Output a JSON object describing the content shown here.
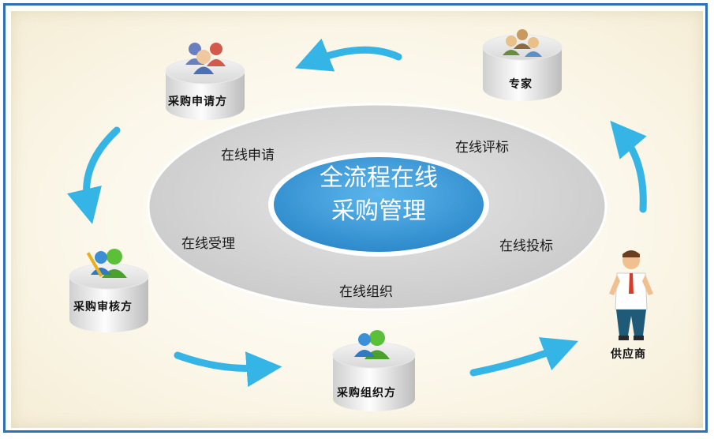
{
  "center": {
    "line1": "全流程在线",
    "line2": "采购管理"
  },
  "steps": {
    "apply": "在线申请",
    "evaluate": "在线评标",
    "accept": "在线受理",
    "bid": "在线投标",
    "organize": "在线组织"
  },
  "nodes": {
    "applicant": "采购申请方",
    "expert": "专家",
    "reviewer": "采购审核方",
    "organizer": "采购组织方",
    "supplier": "供应商"
  },
  "colors": {
    "ellipse": "#d4d4d4",
    "center_fill": "#3a9ad9",
    "arrow": "#35b4e6",
    "frame": "#2f6fb8"
  },
  "icons": {
    "applicant": "people-group-icon",
    "expert": "people-group-icon",
    "reviewer": "user-edit-icon",
    "organizer": "users-icon",
    "supplier": "businessman-icon"
  }
}
